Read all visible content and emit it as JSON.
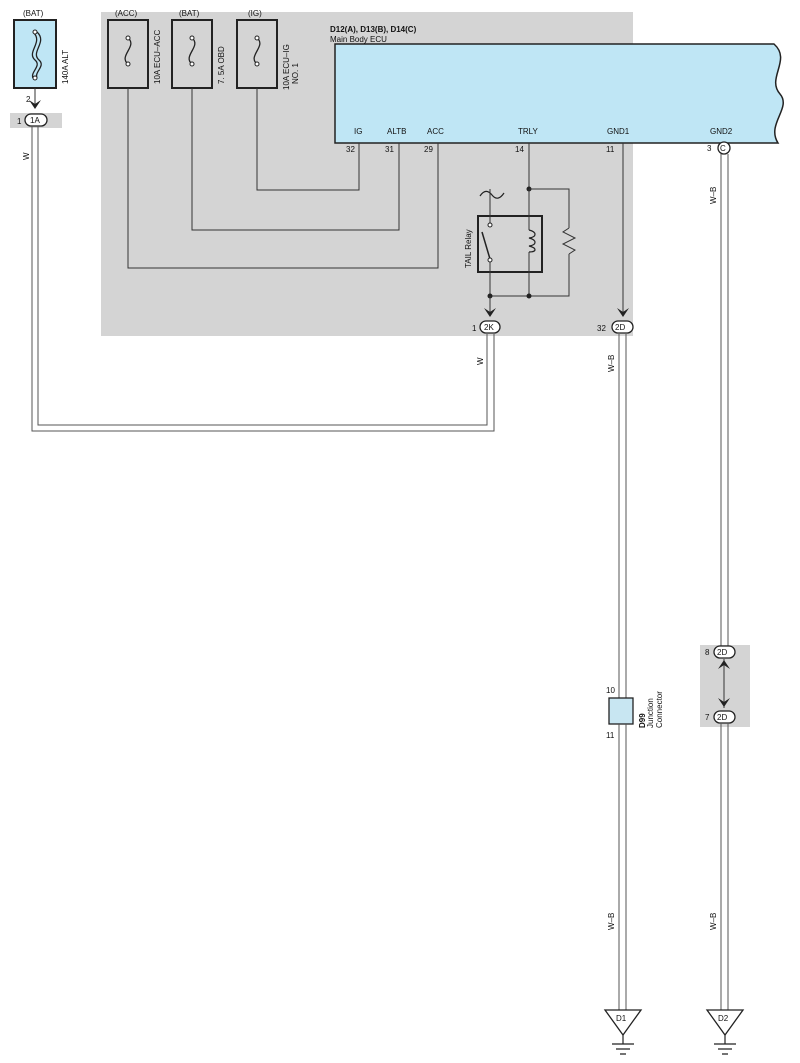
{
  "colors": {
    "shade": "#d4d4d4",
    "ecu_fill": "#bfe6f5",
    "box_fill": "#c8e6f2",
    "ink": "#222222"
  },
  "fuses": [
    {
      "source": "(BAT)",
      "label": "140A ALT"
    },
    {
      "source": "(ACC)",
      "label": "10A ECU–ACC"
    },
    {
      "source": "(BAT)",
      "label": "7. 5A OBD"
    },
    {
      "source": "(IG)",
      "label_line1": "10A ECU–IG",
      "label_line2": "NO. 1"
    }
  ],
  "ecu": {
    "title": "D12(A), D13(B), D14(C)",
    "subtitle": "Main Body ECU",
    "terminals": [
      {
        "name": "IG",
        "pin": "32"
      },
      {
        "name": "ALTB",
        "pin": "31"
      },
      {
        "name": "ACC",
        "pin": "29"
      },
      {
        "name": "TRLY",
        "pin": "14"
      },
      {
        "name": "GND1",
        "pin": "11"
      },
      {
        "name": "GND2",
        "pin": "3"
      }
    ]
  },
  "relay": {
    "label": "TAIL Relay"
  },
  "connectors": [
    {
      "pin": "2",
      "code": ""
    },
    {
      "pin": "1",
      "code": "1A"
    },
    {
      "pin": "1",
      "code": "2K"
    },
    {
      "pin": "32",
      "code": "2D"
    },
    {
      "pin": "",
      "code": "C"
    },
    {
      "pin": "8",
      "code": "2D"
    },
    {
      "pin": "7",
      "code": "2D"
    }
  ],
  "wire_colors": [
    "W",
    "W",
    "W–B",
    "W–B",
    "W–B",
    "W–B"
  ],
  "junction": {
    "code": "D99",
    "name_line1": "Junction",
    "name_line2": "Connector",
    "pin_top": "10",
    "pin_bottom": "11"
  },
  "grounds": [
    {
      "code": "D1"
    },
    {
      "code": "D2"
    }
  ]
}
